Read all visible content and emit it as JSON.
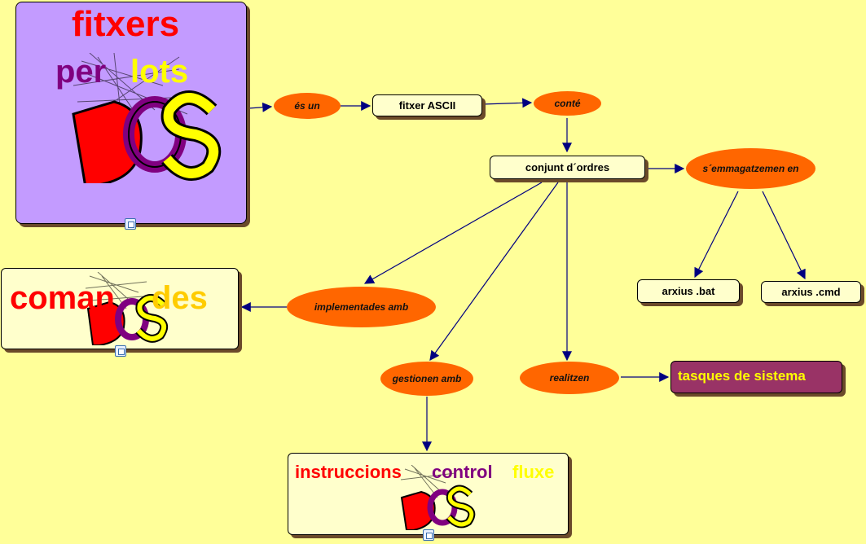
{
  "title": {
    "line1": "fitxers",
    "line2_a": "per",
    "line2_b": "lots"
  },
  "nodes": {
    "es_un": "és un",
    "fitxer_ascii": "fitxer ASCII",
    "conte": "conté",
    "conjunt": "conjunt d´ordres",
    "emmagatzemen": "s´emmagatzemen en",
    "arxius_bat": "arxius .bat",
    "arxius_cmd": "arxius .cmd",
    "implementades": "implementades amb",
    "gestionen": "gestionen amb",
    "realitzen": "realitzen",
    "tasques": "tasques de sistema"
  },
  "comandes": {
    "part1": "coman",
    "part2": "des"
  },
  "instruccions": {
    "part1": "instruccions",
    "part2": "control",
    "part3": "fluxe"
  },
  "logo_text": "DOS",
  "colors": {
    "background": "#FFFF99",
    "ellipse": "#FF6600",
    "box": "#FFFFCC",
    "tasques": "#993366",
    "title_panel": "#C39BFF",
    "arrow": "#000080"
  }
}
